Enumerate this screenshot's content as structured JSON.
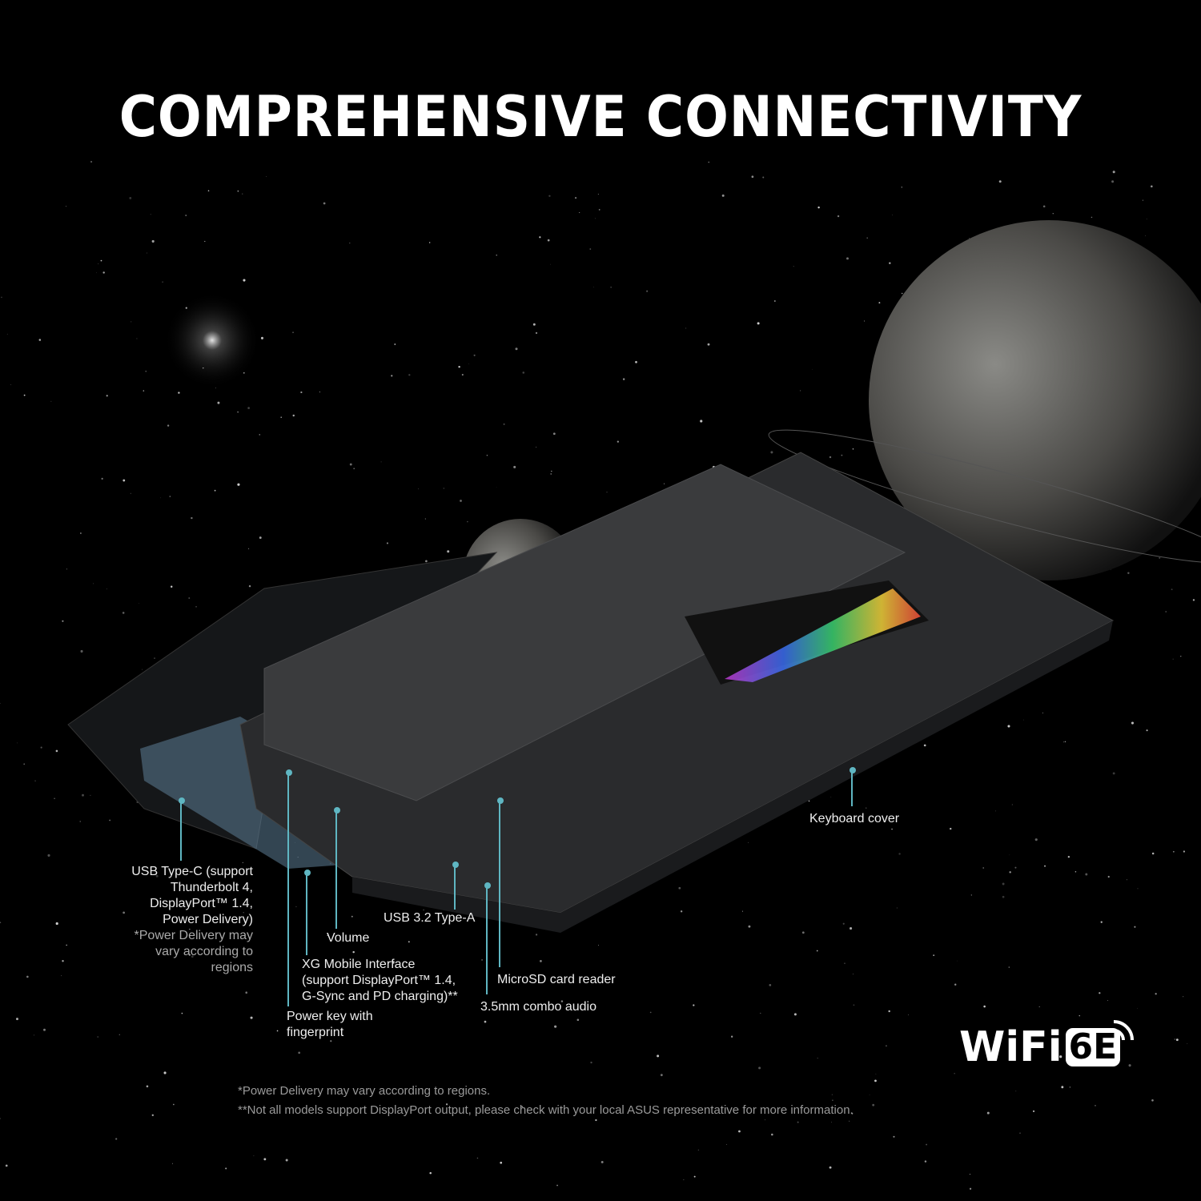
{
  "title": "COMPREHENSIVE CONNECTIVITY",
  "callouts": {
    "usbc": [
      "USB Type-C (support",
      "Thunderbolt 4,",
      "DisplayPort™ 1.4,",
      "Power Delivery)"
    ],
    "usbc_note": [
      "*Power Delivery may",
      "vary according to",
      "regions"
    ],
    "volume": "Volume",
    "xg": [
      "XG Mobile Interface",
      "(support DisplayPort™ 1.4,",
      "G-Sync and PD charging)**"
    ],
    "power": [
      "Power key with",
      "fingerprint"
    ],
    "usba": "USB 3.2 Type-A",
    "audio": "3.5mm combo audio",
    "microsd": "MicroSD card reader",
    "keyboard": "Keyboard cover"
  },
  "wifi_badge": {
    "text": "WiFi",
    "box": "6E"
  },
  "footnotes": [
    "*Power Delivery may vary according to regions.",
    "**Not all models support DisplayPort output, please check with your local ASUS representative for more information."
  ],
  "colors": {
    "accent": "#5fb6c2",
    "background": "#000000"
  }
}
